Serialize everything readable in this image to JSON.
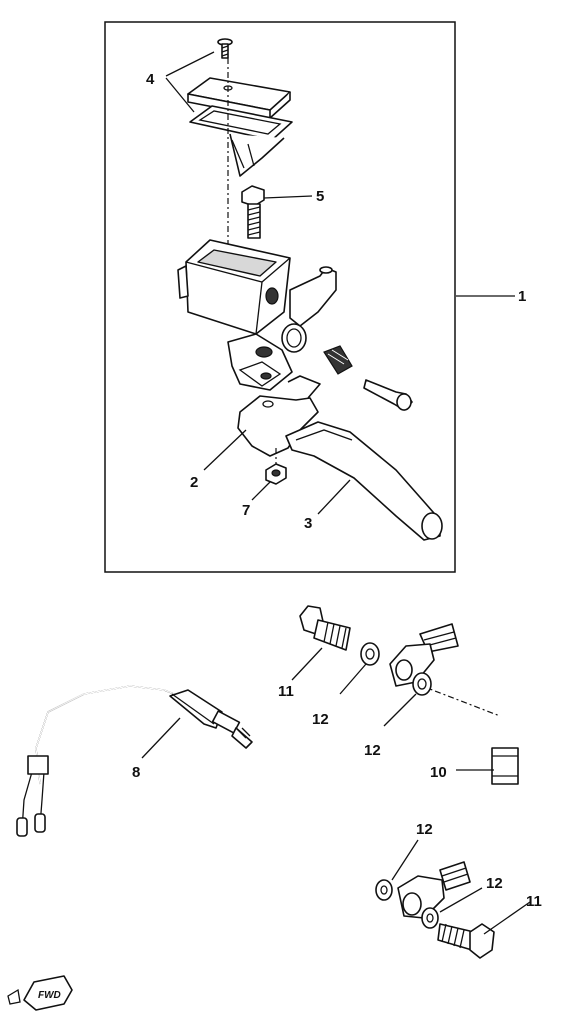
{
  "labels": {
    "p1": "1",
    "p2": "2",
    "p3": "3",
    "p4": "4",
    "p5": "5",
    "p7": "7",
    "p8": "8",
    "p10": "10",
    "p11a": "11",
    "p11b": "11",
    "p12a": "12",
    "p12b": "12",
    "p12c": "12",
    "p12d": "12"
  },
  "fwd": {
    "text": "FWD"
  }
}
